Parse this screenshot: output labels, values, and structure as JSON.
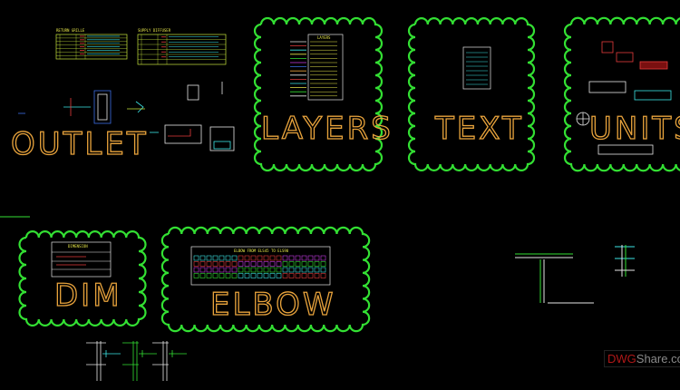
{
  "drawing": {
    "labels": {
      "outlet": "OUTLET",
      "layers": "LAYERS",
      "text": "TEXT",
      "units": "UNITS",
      "dim": "DIM",
      "elbow": "ELBOW"
    },
    "tables": {
      "return_grille": "RETURN GRILLE",
      "supply_diffuser": "SUPPLY DIFFUSER",
      "layers_title": "LAYERS",
      "dimension_title": "DIMENSION",
      "elbow_title": "ELBOW FROM ELS45 TO ELS90"
    },
    "colors": {
      "cloud": "#33e033",
      "label": "#e8a33c",
      "table": "#c8e63c",
      "cyan": "#3ce6e6"
    }
  },
  "watermark": {
    "part1": "DWG",
    "part2": "Share.co"
  }
}
